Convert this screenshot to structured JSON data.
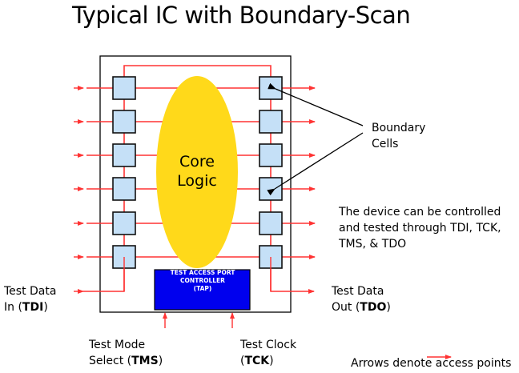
{
  "title": "Typical IC with Boundary-Scan",
  "colors": {
    "signal": "#ff3333",
    "cell_fill": "#c5e0f7",
    "core_fill": "#ffd91a",
    "tap_fill": "#0000ee",
    "outline": "#000000"
  },
  "core": {
    "line1": "Core",
    "line2": "Logic"
  },
  "tap": {
    "line1": "TEST ACCESS PORT",
    "line2": "CONTROLLER",
    "line3": "(TAP)"
  },
  "boundary_cells_callout": {
    "line1": "Boundary",
    "line2": "Cells"
  },
  "description": {
    "line1": "The device can be controlled",
    "line2": "and tested through TDI, TCK,",
    "line3": "TMS, & TDO"
  },
  "signals": {
    "tdi": {
      "line1": "Test Data",
      "line2_prefix": "In (",
      "abbr": "TDI",
      "suffix": ")"
    },
    "tdo": {
      "line1": "Test Data",
      "line2_prefix": "Out (",
      "abbr": "TDO",
      "suffix": ")"
    },
    "tms": {
      "line1": "Test Mode",
      "line2_prefix": "Select (",
      "abbr": "TMS",
      "suffix": ")"
    },
    "tck": {
      "line1": "Test Clock",
      "line2_prefix": "(",
      "abbr": "TCK",
      "suffix": ")"
    }
  },
  "legend": {
    "text": "Arrows denote access  points"
  },
  "cells": {
    "left_count": 6,
    "right_count": 6
  }
}
